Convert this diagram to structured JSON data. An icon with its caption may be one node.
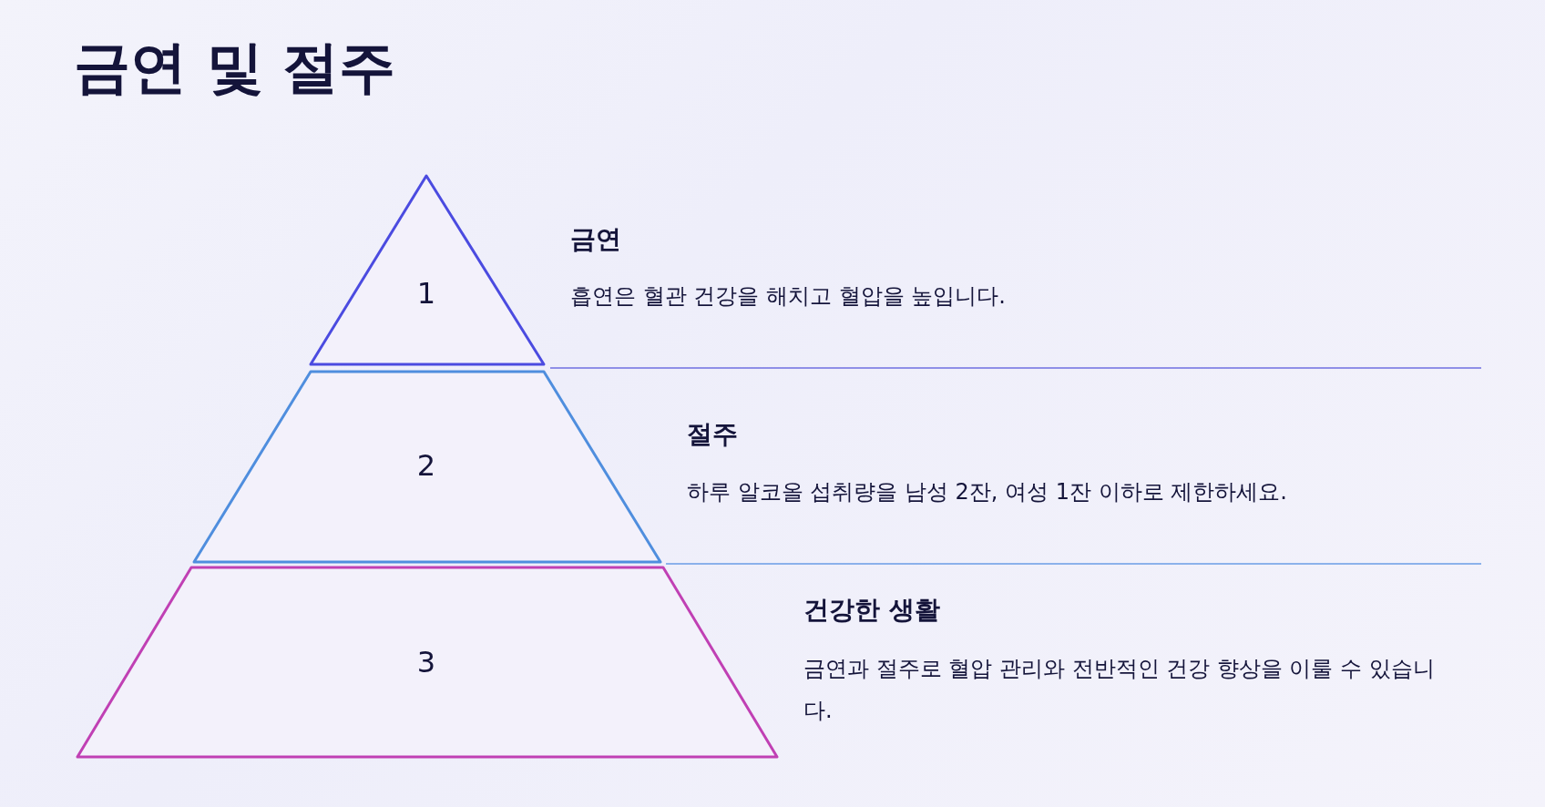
{
  "diagram": {
    "title": "금연 및 절주",
    "nodes": [
      {
        "text": [
          "1"
        ],
        "beside": [
          "금연",
          "흡연은 혈관 건강을 해치고 혈압을 높입니다."
        ]
      },
      {
        "text": [
          "2"
        ],
        "beside": [
          "절주",
          "하루 알코올 섭취량을 남성 2잔, 여성 1잔 이하로 제한하세요."
        ]
      },
      {
        "text": [
          "3"
        ],
        "beside": [
          "건강한 생활",
          "금연과 절주로 혈압 관리와 전반적인 건강 향상을 이룰 수 있습니다."
        ]
      }
    ],
    "edges": []
  }
}
